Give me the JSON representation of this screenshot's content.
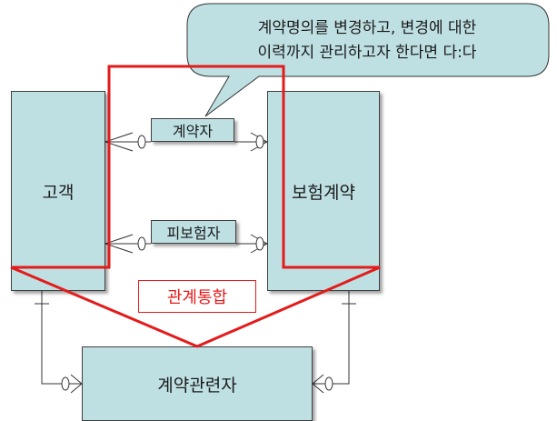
{
  "entities": {
    "customer": "고객",
    "insurance_contract": "보험계약",
    "contractor": "계약자",
    "insured": "피보험자",
    "contract_related_party": "계약관련자"
  },
  "merge_label": "관계통합",
  "callout": {
    "line1": "계약명의를 변경하고, 변경에 대한",
    "line2": "이력까지 관리하고자 한다면 다:다"
  },
  "colors": {
    "entity_fill": "#bfe0e3",
    "callout_fill": "#bfe0e3",
    "highlight": "#e31b1b",
    "line": "#333333"
  }
}
